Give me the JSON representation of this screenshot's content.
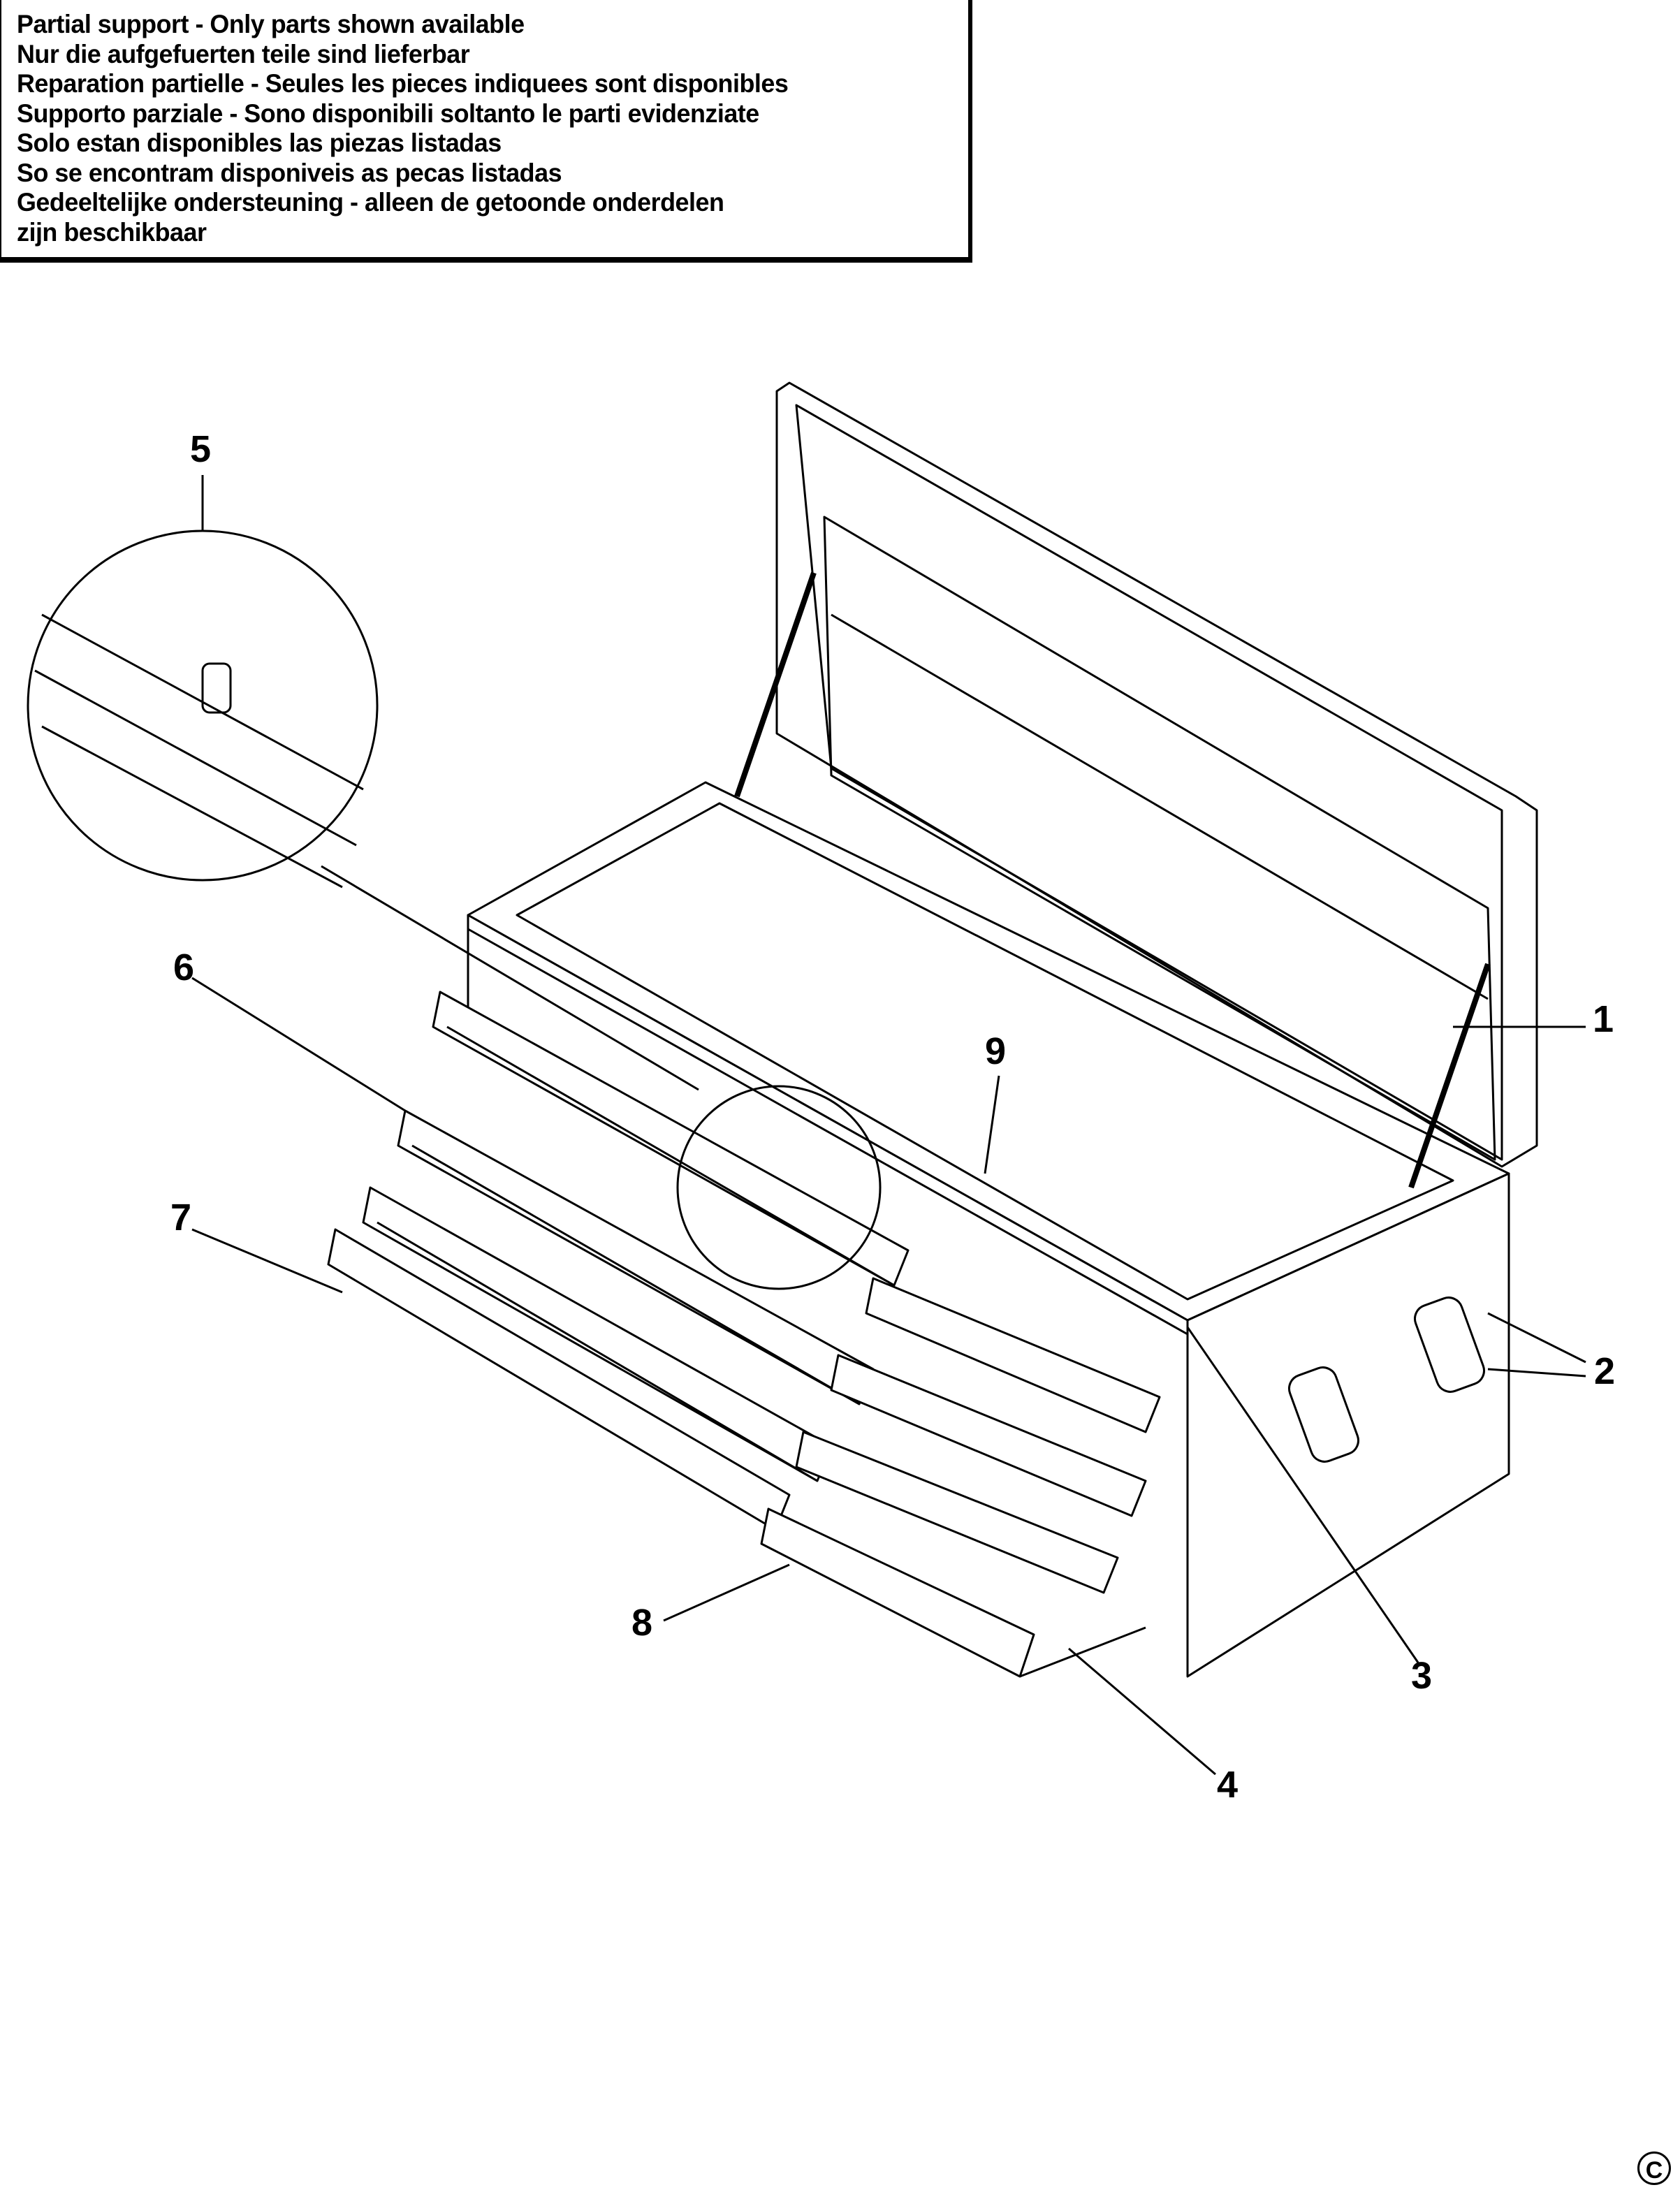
{
  "notice": {
    "lines": [
      "Partial support - Only parts shown available",
      "Nur die aufgefuerten teile sind lieferbar",
      "Reparation partielle - Seules les pieces indiquees sont disponibles",
      "Supporto parziale - Sono disponibili soltanto le parti evidenziate",
      "Solo estan disponibles las piezas listadas",
      "So se encontram disponiveis as pecas listadas",
      "Gedeeltelijke ondersteuning - alleen de getoonde onderdelen",
      "zijn beschikbaar"
    ]
  },
  "callouts": {
    "c1": "1",
    "c2": "2",
    "c3": "3",
    "c4": "4",
    "c5": "5",
    "c6": "6",
    "c7": "7",
    "c8": "8",
    "c9": "9"
  },
  "copyright": "C"
}
